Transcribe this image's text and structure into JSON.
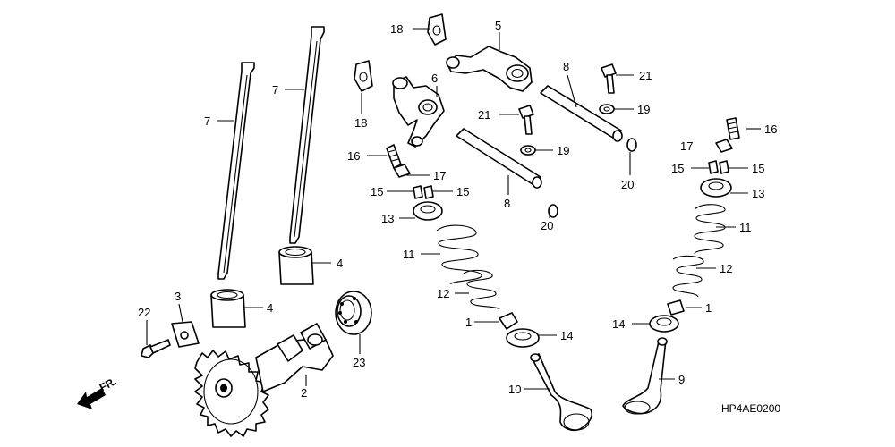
{
  "diagram_code": "HP4AE0200",
  "front_label": "FR.",
  "callouts": {
    "c1a": "1",
    "c1b": "1",
    "c2": "2",
    "c3": "3",
    "c4a": "4",
    "c4b": "4",
    "c5": "5",
    "c6": "6",
    "c7a": "7",
    "c7b": "7",
    "c8a": "8",
    "c8b": "8",
    "c9": "9",
    "c10": "10",
    "c11a": "11",
    "c11b": "11",
    "c12a": "12",
    "c12b": "12",
    "c13a": "13",
    "c13b": "13",
    "c14a": "14",
    "c14b": "14",
    "c15a": "15",
    "c15b": "15",
    "c15c": "15",
    "c15d": "15",
    "c16a": "16",
    "c16b": "16",
    "c17a": "17",
    "c17b": "17",
    "c18a": "18",
    "c18b": "18",
    "c19a": "19",
    "c19b": "19",
    "c20a": "20",
    "c20b": "20",
    "c21a": "21",
    "c21b": "21",
    "c22": "22",
    "c23": "23"
  }
}
